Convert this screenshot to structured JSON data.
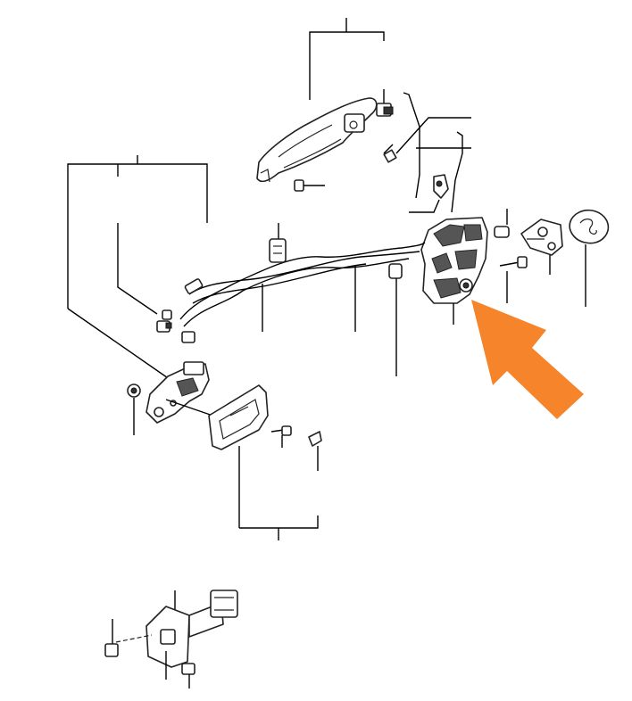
{
  "diagram": {
    "callout_arrow_color": "#f5842b",
    "line_color": "#000000",
    "parts": [
      {
        "name": "outside-door-handle"
      },
      {
        "name": "inside-door-handle-bezel"
      },
      {
        "name": "door-lock-actuator"
      },
      {
        "name": "door-latch-rod"
      },
      {
        "name": "door-lock-cable"
      },
      {
        "name": "door-check-link"
      },
      {
        "name": "striker-plate"
      },
      {
        "name": "door-seal-grommet"
      }
    ]
  }
}
